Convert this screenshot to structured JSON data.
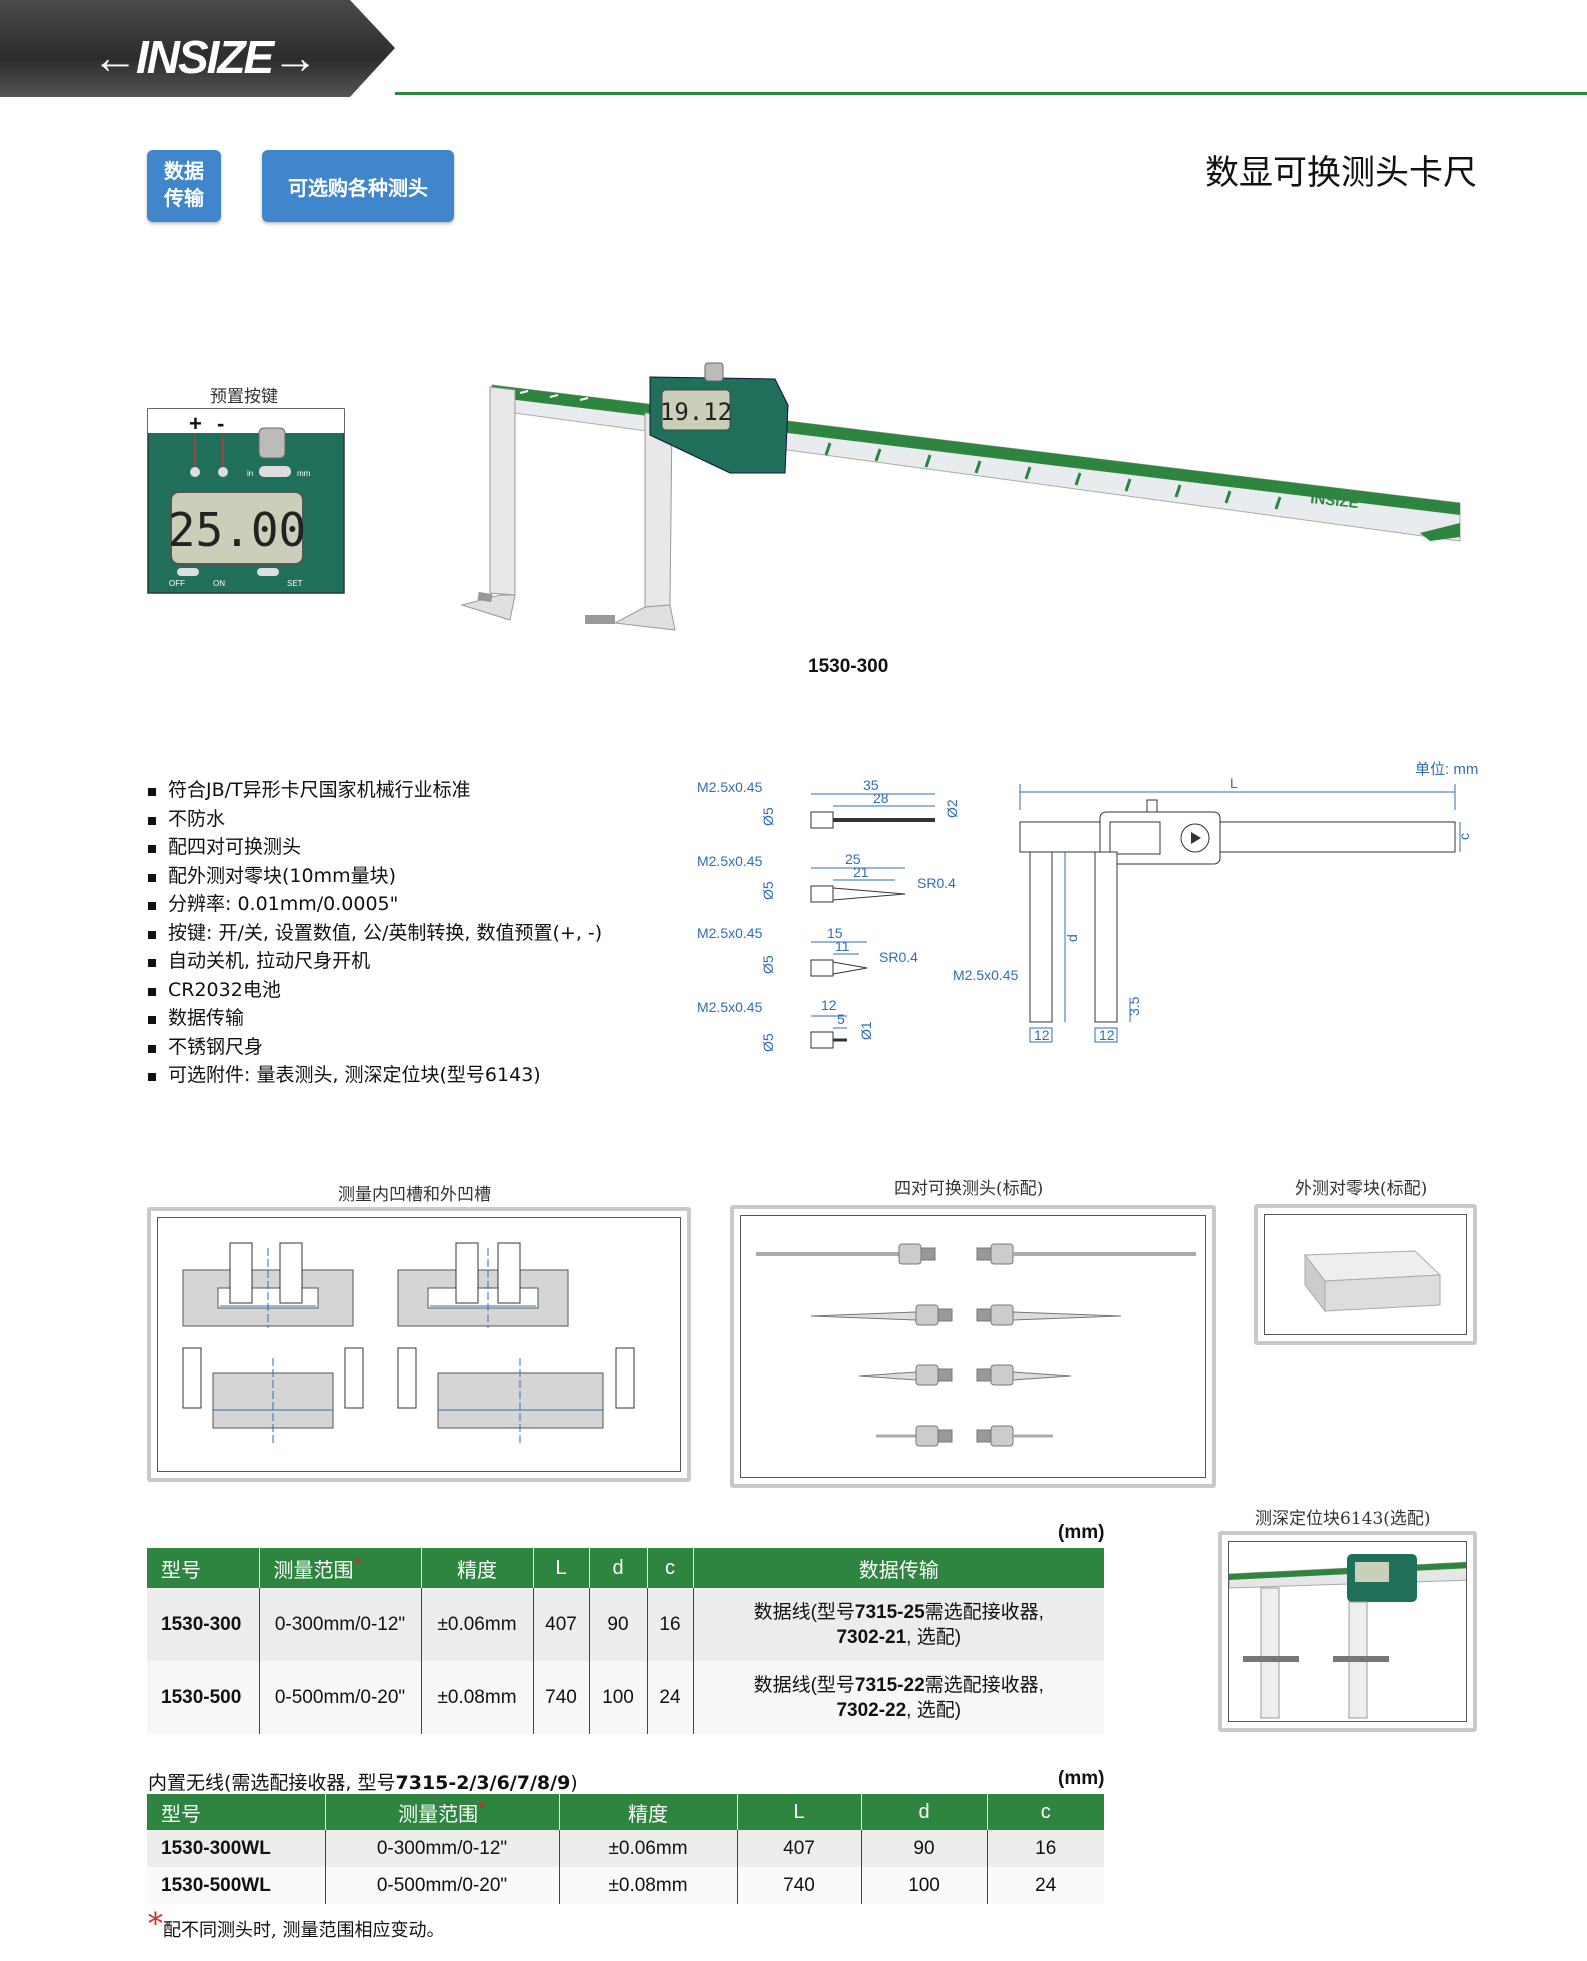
{
  "header": {
    "logo": "INSIZE"
  },
  "badges": {
    "data_transfer": [
      "数据",
      "传输"
    ],
    "optional_probes": "可选购各种测头"
  },
  "page_title": "数显可换测头卡尺",
  "display_inset": {
    "label": "预置按键",
    "plus": "+",
    "minus": "-",
    "reading": "25.00",
    "small_labels": [
      "OFF",
      "ON",
      "SET",
      "in",
      "mm"
    ]
  },
  "main_caliper": {
    "reading": "19.12",
    "brand": "INSIZE",
    "model_caption": "1530-300"
  },
  "features": [
    "符合JB/T异形卡尺国家机械行业标准",
    "不防水",
    "配四对可换测头",
    "配外测对零块(10mm量块)",
    "分辨率: 0.01mm/0.0005\"",
    "按键: 开/关, 设置数值, 公/英制转换, 数值预置(+, -)",
    "自动关机, 拉动尺身开机",
    "CR2032电池",
    "数据传输",
    "不锈钢尺身",
    "可选附件: 量表测头, 测深定位块(型号6143)"
  ],
  "diagram": {
    "unit": "单位: mm",
    "probes": [
      {
        "thread": "M2.5x0.45",
        "dia": "Ø5",
        "dims": [
          "35",
          "28"
        ],
        "tip": "Ø2"
      },
      {
        "thread": "M2.5x0.45",
        "dia": "Ø5",
        "dims": [
          "25",
          "21"
        ],
        "tip": "SR0.4"
      },
      {
        "thread": "M2.5x0.45",
        "dia": "Ø5",
        "dims": [
          "15",
          "11"
        ],
        "tip": "SR0.4"
      },
      {
        "thread": "M2.5x0.45",
        "dia": "Ø5",
        "dims": [
          "12",
          "5"
        ],
        "tip": "Ø1"
      }
    ],
    "caliper_dims": {
      "L": "L",
      "c": "c",
      "d": "d",
      "thread": "M2.5x0.45",
      "jaw_w1": "12",
      "jaw_w2": "12",
      "tip_h": "3.5"
    }
  },
  "panels": {
    "grooves": "测量内凹槽和外凹槽",
    "probes": "四对可换测头(标配)",
    "zero_block": "外测对零块(标配)",
    "depth_block": "测深定位块6143(选配)"
  },
  "table1": {
    "unit": "(mm)",
    "headers": [
      "型号",
      "测量范围",
      "精度",
      "L",
      "d",
      "c",
      "数据传输"
    ],
    "rows": [
      {
        "model": "1530-300",
        "range": "0-300mm/0-12\"",
        "accuracy": "±0.06mm",
        "L": "407",
        "d": "90",
        "c": "16",
        "data_1": "数据线(型号",
        "data_bold1": "7315-25",
        "data_2": "需选配接收器,",
        "data_bold2": "7302-21",
        "data_3": ", 选配)"
      },
      {
        "model": "1530-500",
        "range": "0-500mm/0-20\"",
        "accuracy": "±0.08mm",
        "L": "740",
        "d": "100",
        "c": "24",
        "data_1": "数据线(型号",
        "data_bold1": "7315-22",
        "data_2": "需选配接收器,",
        "data_bold2": "7302-22",
        "data_3": ", 选配)"
      }
    ]
  },
  "table2": {
    "caption_a": "内置无线(需选配接收器, 型号",
    "caption_b": "7315-2/3/6/7/8/9",
    "caption_c": ")",
    "unit": "(mm)",
    "headers": [
      "型号",
      "测量范围",
      "精度",
      "L",
      "d",
      "c"
    ],
    "rows": [
      {
        "model": "1530-300WL",
        "range": "0-300mm/0-12\"",
        "accuracy": "±0.06mm",
        "L": "407",
        "d": "90",
        "c": "16"
      },
      {
        "model": "1530-500WL",
        "range": "0-500mm/0-20\"",
        "accuracy": "±0.08mm",
        "L": "740",
        "d": "100",
        "c": "24"
      }
    ]
  },
  "footnote": {
    "star": "*",
    "text": "配不同测头时, 测量范围相应变动。"
  },
  "colors": {
    "brand_green": "#2e8540",
    "badge_blue": "#3f86cc",
    "dim_blue": "#2f6eb5",
    "star_red": "#d42a2a"
  }
}
